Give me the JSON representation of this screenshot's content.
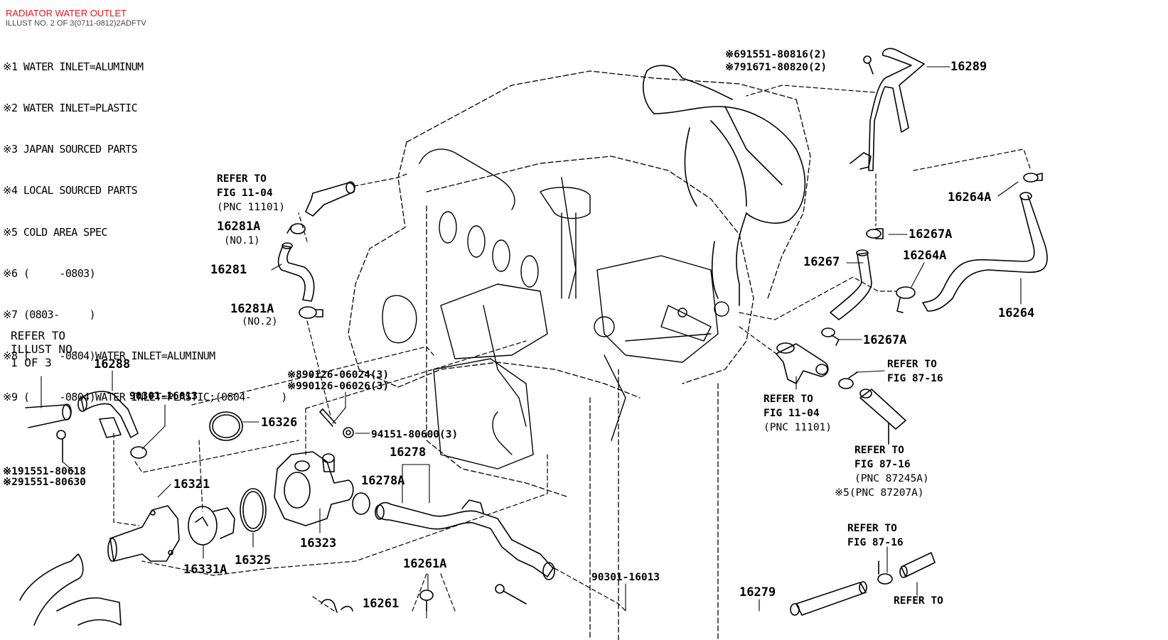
{
  "header": {
    "title": "RADIATOR WATER OUTLET",
    "subtitle": "ILLUST NO. 2 OF 3(0711-0812)2ADFTV"
  },
  "notes": [
    "※1 WATER INLET=ALUMINUM",
    "※2 WATER INLET=PLASTIC",
    "※3 JAPAN SOURCED PARTS",
    "※4 LOCAL SOURCED PARTS",
    "※5 COLD AREA SPEC",
    "※6 (     -0803)",
    "※7 (0803-     )",
    "※8 (     -0804)WATER INLET=ALUMINUM",
    "※9 (     -0804)WATER INLET=PLASTIC;(0804-     )"
  ],
  "refs": [
    {
      "name": "refer-fig-11-04-top",
      "lines": [
        "REFER TO",
        "FIG 11-04",
        "(PNC 11101)"
      ]
    },
    {
      "name": "refer-illust-1-of-3",
      "lines": [
        "REFER TO",
        "ILLUST NO.",
        "1 OF 3"
      ]
    },
    {
      "name": "refer-fig-11-04-right",
      "lines": [
        "REFER TO",
        "FIG 11-04",
        "(PNC 11101)"
      ]
    },
    {
      "name": "refer-fig-87-16-a",
      "lines": [
        "REFER TO",
        "FIG 87-16"
      ]
    },
    {
      "name": "refer-fig-87-16-pnc",
      "lines": [
        "REFER TO",
        "FIG 87-16",
        "(PNC 87245A)",
        "※5(PNC 87207A)"
      ]
    },
    {
      "name": "refer-fig-87-16-b",
      "lines": [
        "REFER TO",
        "FIG 87-16"
      ]
    },
    {
      "name": "refer-bottom-right",
      "lines": [
        "REFER TO"
      ]
    }
  ],
  "parts": [
    {
      "name": "part-16289",
      "label": "16289"
    },
    {
      "name": "part-16264a-top",
      "label": "16264A"
    },
    {
      "name": "part-16267a-top",
      "label": "16267A"
    },
    {
      "name": "part-16267",
      "label": "16267"
    },
    {
      "name": "part-16264a-mid",
      "label": "16264A"
    },
    {
      "name": "part-16264",
      "label": "16264"
    },
    {
      "name": "part-16267a-bottom",
      "label": "16267A"
    },
    {
      "name": "part-16281a-no1",
      "label": "16281A"
    },
    {
      "name": "part-16281a-no1-sub",
      "label": "(NO.1)"
    },
    {
      "name": "part-16281",
      "label": "16281"
    },
    {
      "name": "part-16281a-no2",
      "label": "16281A"
    },
    {
      "name": "part-16281a-no2-sub",
      "label": "(NO.2)"
    },
    {
      "name": "part-16288",
      "label": "16288"
    },
    {
      "name": "part-90301-16013-left",
      "label": "90301-16013"
    },
    {
      "name": "part-91551-80618",
      "label": "※191551-80618"
    },
    {
      "name": "part-91551-80630",
      "label": "※291551-80630"
    },
    {
      "name": "part-90126-06024",
      "label": "※890126-06024(3)"
    },
    {
      "name": "part-90126-06026",
      "label": "※990126-06026(3)"
    },
    {
      "name": "part-16326",
      "label": "16326"
    },
    {
      "name": "part-94151-80600",
      "label": "94151-80600(3)"
    },
    {
      "name": "part-16278",
      "label": "16278"
    },
    {
      "name": "part-16278a",
      "label": "16278A"
    },
    {
      "name": "part-16321",
      "label": "16321"
    },
    {
      "name": "part-16323",
      "label": "16323"
    },
    {
      "name": "part-16325",
      "label": "16325"
    },
    {
      "name": "part-16331a",
      "label": "16331A"
    },
    {
      "name": "part-16261a",
      "label": "16261A"
    },
    {
      "name": "part-16261",
      "label": "16261"
    },
    {
      "name": "part-90301-16013-bottom",
      "label": "90301-16013"
    },
    {
      "name": "part-16279",
      "label": "16279"
    },
    {
      "name": "part-91551-80816",
      "label": "※691551-80816(2)"
    },
    {
      "name": "part-91671-80820",
      "label": "※791671-80820(2)"
    }
  ]
}
